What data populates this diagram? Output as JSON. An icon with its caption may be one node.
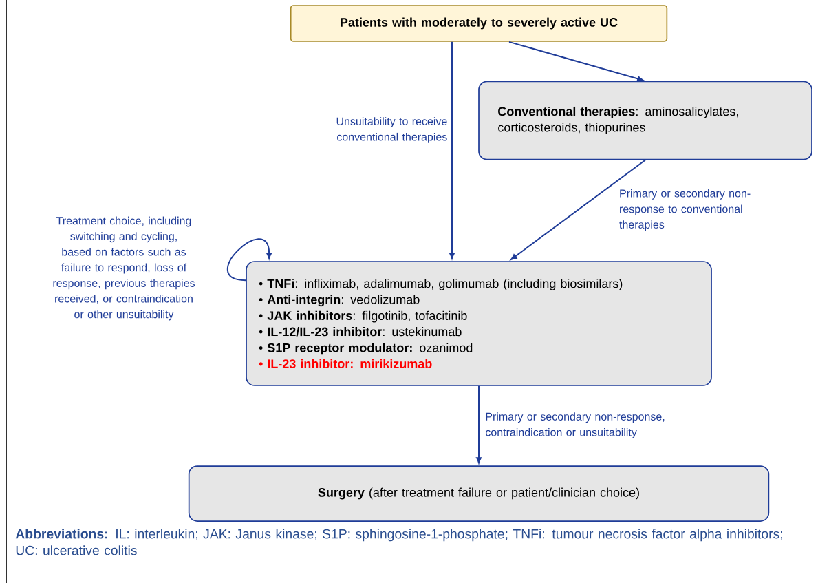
{
  "diagram": {
    "nodes": [
      {
        "text": [
          "Patients with moderately to severely active UC"
        ]
      },
      {
        "text": [
          "**Conventional therapies**: aminosalicylates, corticosteroids, thiopurines"
        ]
      },
      {
        "text": [
          "• **TNFi**: infliximab, adalimumab, golimumab (including biosimilars)",
          "• **Anti-integrin**: vedolizumab",
          "• **JAK inhibitors**: filgotinib, tofacitinib",
          "• **IL-12/IL-23 inhibitor**: ustekinumab",
          "• **S1P receptor modulator:** ozanimod",
          "• IL-23 inhibitor: mirikizumab"
        ]
      },
      {
        "text": [
          "**Surgery** (after treatment failure or patient/clinician choice)"
        ]
      }
    ],
    "edges": [
      {
        "from": 0,
        "to": 2,
        "arrow": "to",
        "label": "Unsuitability to receive conventional therapies"
      },
      {
        "from": 0,
        "to": 1,
        "arrow": "to"
      },
      {
        "from": 1,
        "to": 2,
        "arrow": "to",
        "label": "Primary or secondary non-response to conventional therapies"
      },
      {
        "from": 2,
        "to": 2,
        "arrow": "to",
        "label": "Treatment choice, including switching and cycling, based on factors such as failure to respond, loss of response, previous therapies received, or contraindication or other unsuitability"
      },
      {
        "from": 2,
        "to": 3,
        "arrow": "to",
        "label": "Primary or secondary non-response, contraindication or unsuitability"
      }
    ],
    "labels": [
      "**Abbreviations:** IL: interleukin; JAK: Janus kinase; S1P: sphingosine-1-phosphate; TNFi: tumour necrosis factor alpha inhibitors; UC: ulcerative colitis"
    ]
  }
}
